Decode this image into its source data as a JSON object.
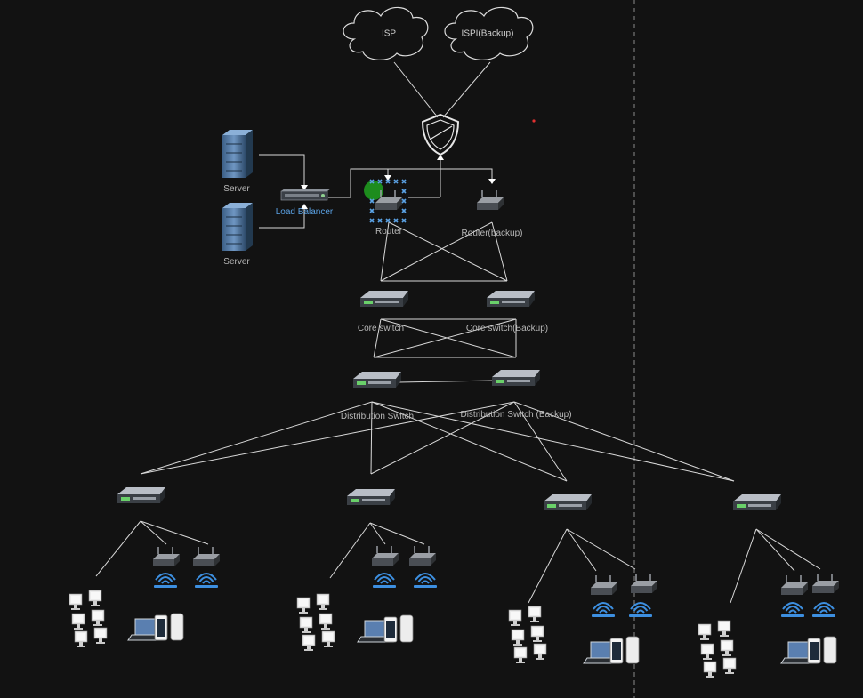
{
  "clouds": {
    "isp": "ISP",
    "isp_backup": "ISPI(Backup)"
  },
  "labels": {
    "server_top": "Server",
    "server_bottom": "Server",
    "load_balancer": "Load Balancer",
    "router": "Router",
    "router_backup": "Router(backup)",
    "core_switch": "Core switch",
    "core_switch_backup": "Core switch(Backup)",
    "distribution_switch": "Distribution Switch",
    "distribution_switch_backup": "Distribution Switch (Backup)"
  },
  "colors": {
    "background": "#121212",
    "line": "#d8d8d8",
    "accent": "#5ba3e6",
    "selection": "#22aa22"
  },
  "icons": [
    "cloud-icon",
    "firewall-shield-icon",
    "server-icon",
    "load-balancer-icon",
    "router-icon",
    "switch-icon",
    "wifi-signal-icon",
    "workstations-icon",
    "laptop-phone-icon"
  ]
}
